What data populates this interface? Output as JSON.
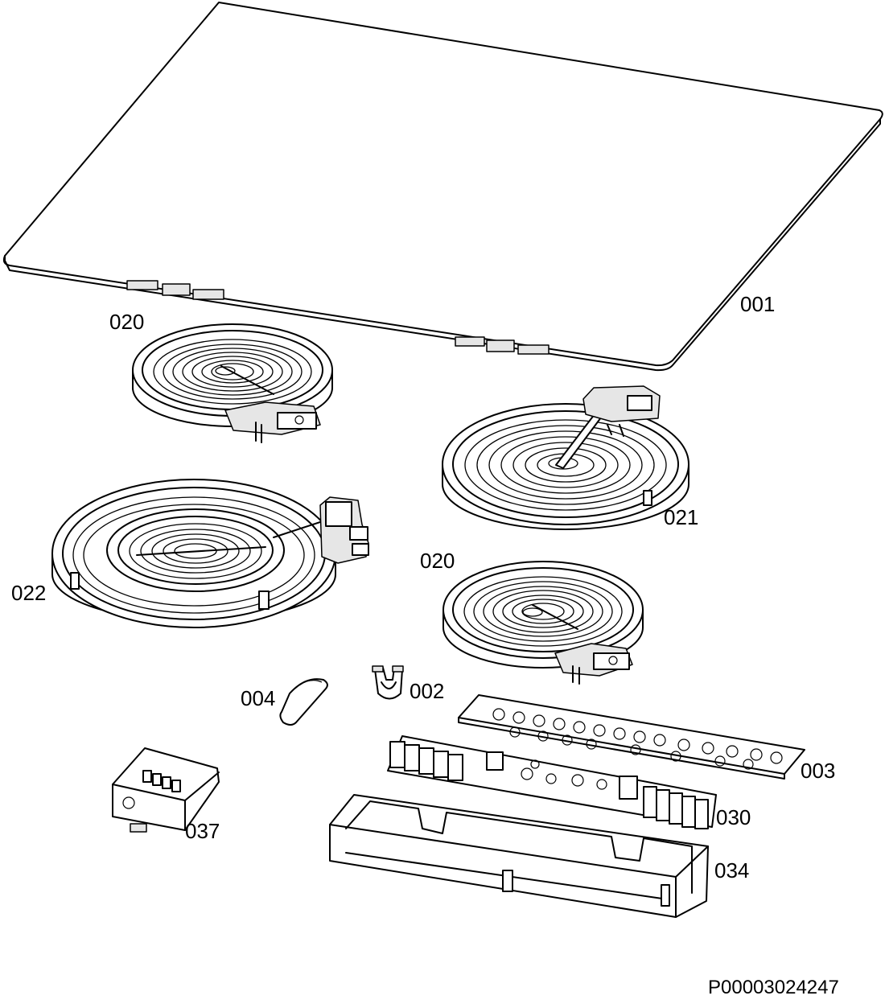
{
  "diagram": {
    "document_id": "P00003024247",
    "parts": [
      {
        "id": "001",
        "name": "glass-ceramic-top"
      },
      {
        "id": "020",
        "name": "radiant-heater-rear-left"
      },
      {
        "id": "021",
        "name": "radiant-heater-rear-right"
      },
      {
        "id": "022",
        "name": "dual-radiant-heater-front-left"
      },
      {
        "id": "020",
        "name": "radiant-heater-front-right"
      },
      {
        "id": "004",
        "name": "clip"
      },
      {
        "id": "002",
        "name": "bracket-clip"
      },
      {
        "id": "003",
        "name": "touch-control-board"
      },
      {
        "id": "030",
        "name": "power-board"
      },
      {
        "id": "034",
        "name": "electronics-housing"
      },
      {
        "id": "037",
        "name": "terminal-block"
      }
    ]
  }
}
